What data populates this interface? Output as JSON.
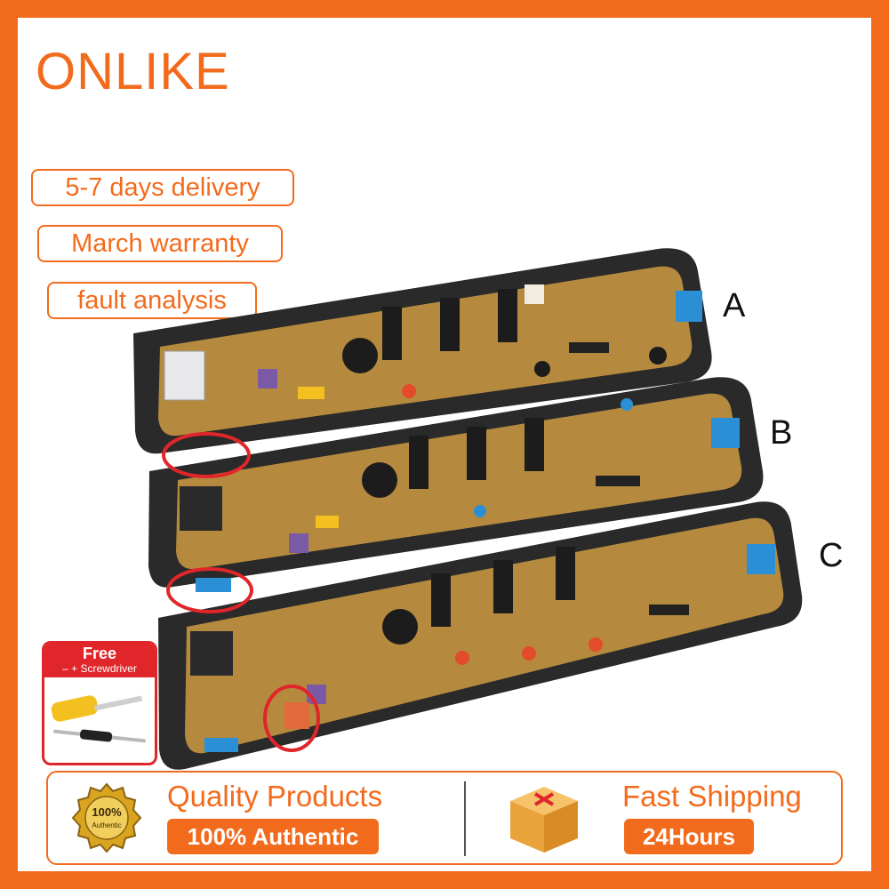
{
  "brand": "ONLIKE",
  "badges": [
    "5-7 days delivery",
    "March warranty",
    "fault analysis"
  ],
  "board_labels": [
    "A",
    "B",
    "C"
  ],
  "gift": {
    "title": "Free",
    "subtitle": "– + Screwdriver"
  },
  "footer": {
    "quality_title": "Quality Products",
    "quality_pill": "100% Authentic",
    "seal_line1": "100%",
    "seal_line2": "Authentic",
    "shipping_title": "Fast Shipping",
    "shipping_pill": "24Hours"
  },
  "colors": {
    "accent": "#f26b1d",
    "highlight_circle": "#e0262a",
    "board": "#b58a3e"
  }
}
